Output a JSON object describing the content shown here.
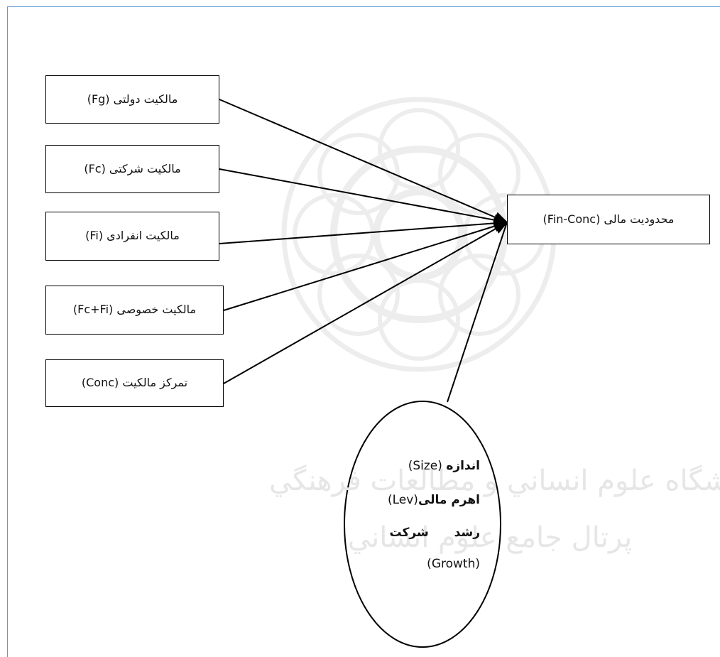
{
  "ownership_boxes": [
    {
      "label": "مالکیت دولتی (Fg)"
    },
    {
      "label": "مالکیت شرکتی (Fc)"
    },
    {
      "label": "مالکیت انفرادی (Fi)"
    },
    {
      "label": "مالکیت خصوصی (Fc+Fi)"
    },
    {
      "label": "تمرکز مالکیت (Conc)"
    }
  ],
  "target_box": {
    "label": "محدودیت مالی (Fin-Conc)"
  },
  "control_variables": {
    "size": {
      "fa": "اندازه",
      "en": "(Size)"
    },
    "leverage": {
      "fa": "اهرم مالی",
      "en": "(Lev)"
    },
    "growth": {
      "fa1": "رشد",
      "fa2": "شرکت",
      "en": "(Growth)"
    }
  },
  "colors": {
    "frame": "#5b9bd5",
    "stroke": "#000000",
    "watermark": "#e6e6e6"
  }
}
